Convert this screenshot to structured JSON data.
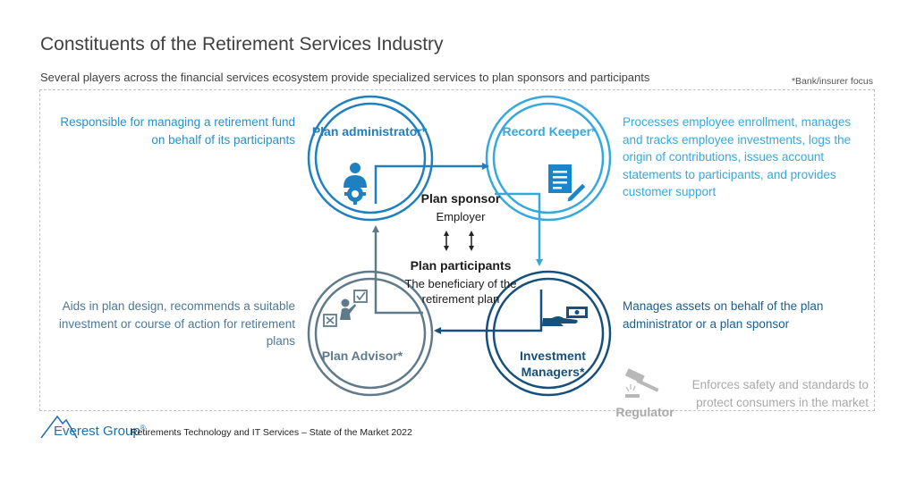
{
  "header": {
    "title": "Constituents of the Retirement Services Industry",
    "subtitle": "Several players across the financial services ecosystem provide specialized services to plan sponsors and participants",
    "focus_note": "*Bank/insurer focus"
  },
  "constituents": {
    "plan_administrator": {
      "label": "Plan administrator*",
      "description": "Responsible for managing a retirement fund on behalf of its participants",
      "color": "#1f80bf",
      "icon": "person-gear-icon"
    },
    "record_keeper": {
      "label": "Record Keeper*",
      "description": "Processes employee enrollment, manages and tracks employee investments, logs the origin of contributions, issues account statements to participants, and provides customer support",
      "color": "#35a9de",
      "icon": "document-pen-icon"
    },
    "investment_managers": {
      "label": "Investment Managers*",
      "description": "Manages assets on behalf of the plan administrator or a plan sponsor",
      "color": "#17507a",
      "icon": "hand-money-icon"
    },
    "plan_advisor": {
      "label": "Plan Advisor*",
      "description": "Aids in plan design, recommends a suitable investment or course of action for retirement plans",
      "color": "#5f7a8a",
      "icon": "advisor-checklist-icon"
    },
    "regulator": {
      "label": "Regulator",
      "description": "Enforces safety and standards to protect consumers in the market",
      "color": "#a9a9a9",
      "icon": "gavel-icon"
    }
  },
  "center": {
    "sponsor_title": "Plan sponsor",
    "sponsor_subtitle": "Employer",
    "participants_title": "Plan participants",
    "participants_subtitle": "The beneficiary of the retirement plan"
  },
  "footer": {
    "logo": "Everest Group",
    "logo_mark": "®",
    "source": "Retirements Technology and IT Services – State of the Market 2022"
  }
}
